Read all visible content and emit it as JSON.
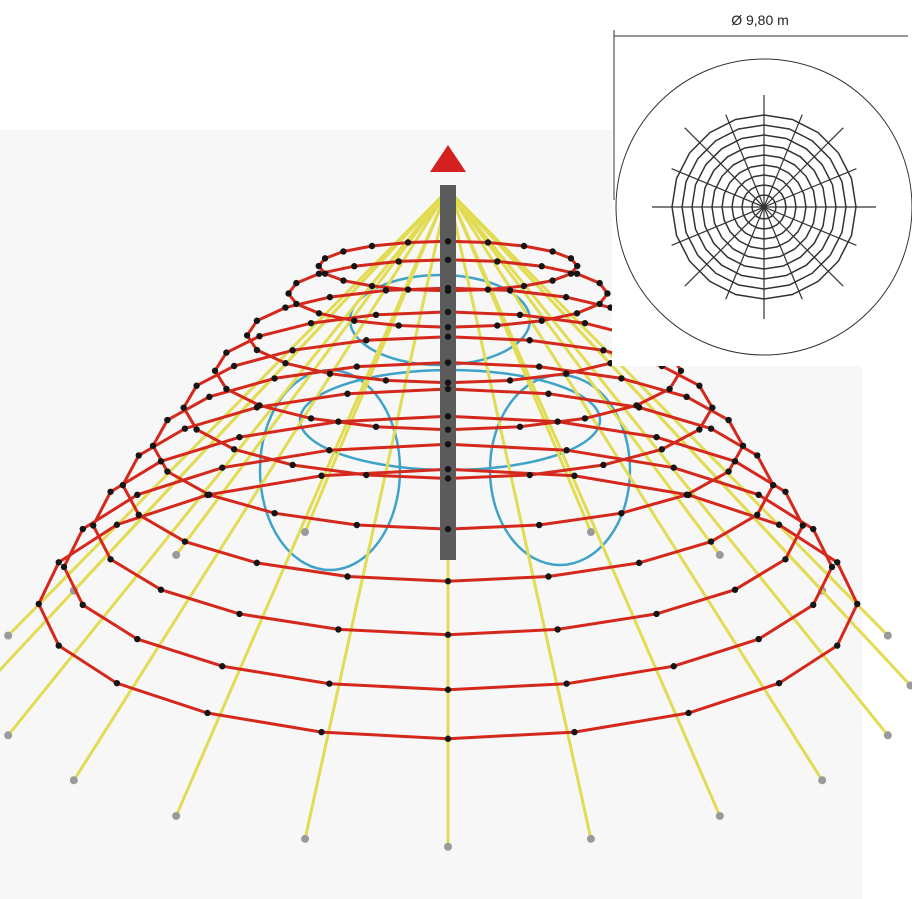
{
  "dimension": {
    "diameter_label": "Ø 9,80 m"
  },
  "colors": {
    "background_panel": "#f7f7f7",
    "rope_radial": "#e2dc55",
    "rope_ring": "#d5281c",
    "rope_inner": "#3fa3c8",
    "mast": "#5b5b5b",
    "cap": "#d61f1f",
    "node": "#151515",
    "plan_line": "#333333"
  },
  "icons": {
    "main": "spider-net-climbing-pyramid-illustration",
    "plan": "top-view-plan-drawing"
  }
}
